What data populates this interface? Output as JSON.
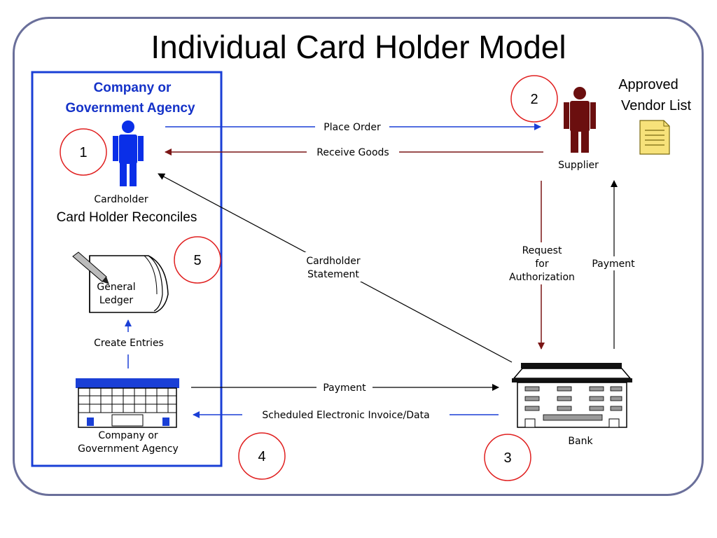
{
  "title": "Individual Card Holder Model",
  "left_box": {
    "heading_line1": "Company or",
    "heading_line2": "Government Agency",
    "cardholder_label": "Cardholder",
    "reconciles_label": "Card Holder Reconciles",
    "ledger_line1": "General",
    "ledger_line2": "Ledger",
    "create_entries_label": "Create Entries",
    "company_label_line1": "Company or",
    "company_label_line2": "Government Agency"
  },
  "supplier": {
    "label": "Supplier",
    "vendor_list_line1": "Approved",
    "vendor_list_line2": "Vendor List"
  },
  "bank": {
    "label": "Bank"
  },
  "flows": {
    "place_order": "Place Order",
    "receive_goods": "Receive Goods",
    "cardholder_statement_line1": "Cardholder",
    "cardholder_statement_line2": "Statement",
    "request_line1": "Request",
    "request_line2": "for",
    "request_line3": "Authorization",
    "supplier_payment": "Payment",
    "bank_payment": "Payment",
    "invoice_data": "Scheduled Electronic Invoice/Data"
  },
  "steps": [
    "1",
    "2",
    "3",
    "4",
    "5"
  ],
  "colors": {
    "frame": "#6a6f9a",
    "box_border": "#1a3fd6",
    "cardholder": "#0a2fe8",
    "supplier": "#6b0f0f",
    "blue_arrow": "#1a3fd6",
    "dark_red_arrow": "#7a1515",
    "step_circle": "#e02020"
  }
}
